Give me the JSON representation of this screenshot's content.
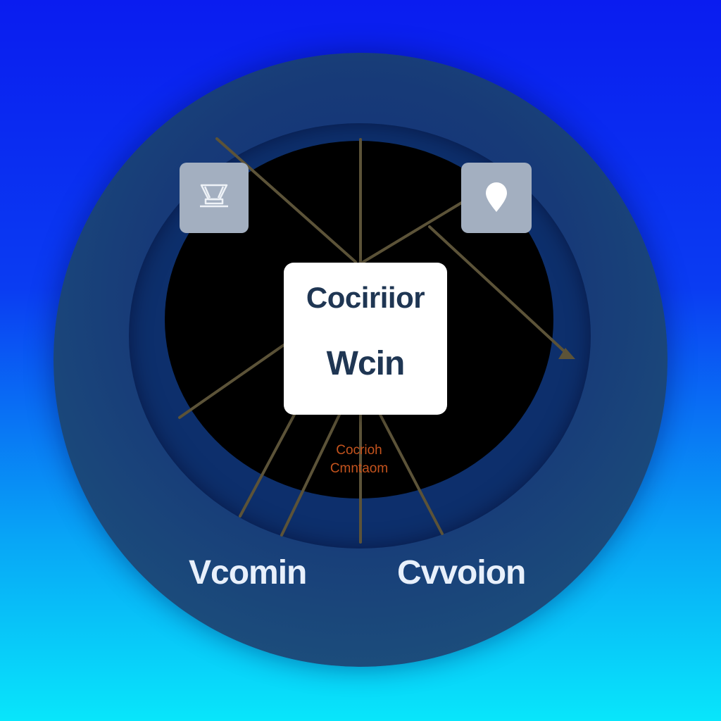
{
  "background": {
    "gradient_top": "#0a1cf0",
    "gradient_bottom": "#08e6fb",
    "outer_ring_color": "#173a78",
    "middle_ring_color": "#0d2f6c",
    "inner_disc_color": "#000000",
    "connector_color": "#5c5338"
  },
  "icons": {
    "left_tile_icon": "printer-tray-icon",
    "right_tile_icon": "location-pin-icon",
    "tile_color": "#a3afc0"
  },
  "center_card": {
    "title": "Cociriior",
    "subtitle": "Wcin"
  },
  "captions": {
    "line_1": "Cocrioh",
    "line_2": "Cmntaom",
    "color": "#c4531d"
  },
  "bottom_labels": {
    "left": "Vcomin",
    "right": "Cvvoion"
  }
}
